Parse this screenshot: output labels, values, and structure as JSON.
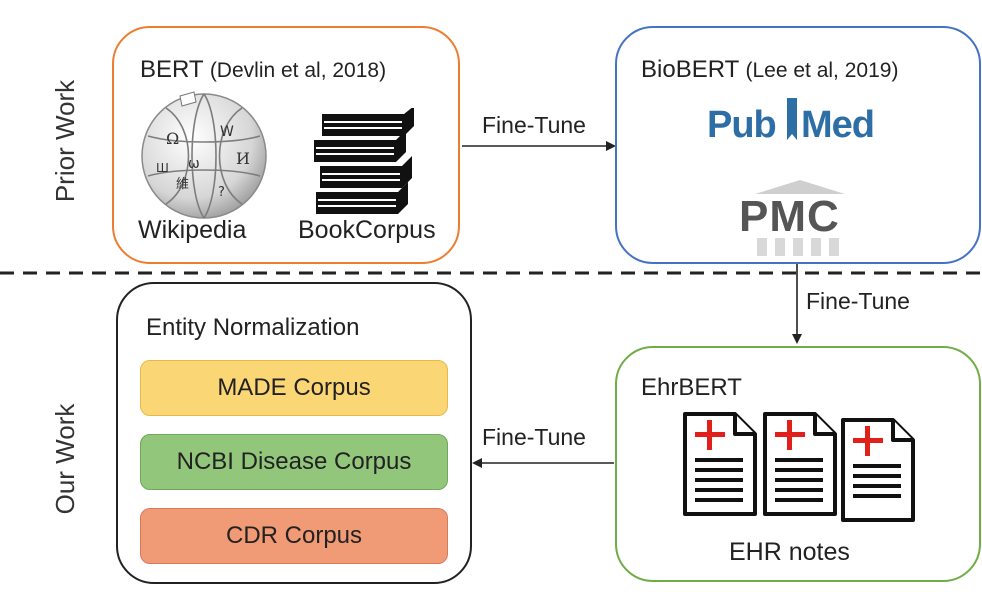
{
  "rows": {
    "prior_label": "Prior Work",
    "our_label": "Our Work"
  },
  "bert": {
    "title": "BERT",
    "citation": "(Devlin et al, 2018)",
    "wikipedia_caption": "Wikipedia",
    "bookcorpus_caption": "BookCorpus"
  },
  "biobert": {
    "title": "BioBERT",
    "citation": "(Lee et al, 2019)",
    "pubmed_pub": "Pub",
    "pubmed_med": "Med",
    "pmc": "PMC"
  },
  "arrows": {
    "bert_to_biobert": "Fine-Tune",
    "biobert_to_ehrbert": "Fine-Tune",
    "ehrbert_to_normalization": "Fine-Tune"
  },
  "ehrbert": {
    "title": "EhrBERT",
    "caption": "EHR notes"
  },
  "normalization": {
    "title": "Entity Normalization",
    "corpora": [
      {
        "label": "MADE Corpus",
        "fill": "#fbd675",
        "border": "#e9b84a"
      },
      {
        "label": "NCBI Disease Corpus",
        "fill": "#92c77b",
        "border": "#6fa85a"
      },
      {
        "label": "CDR Corpus",
        "fill": "#f19a76",
        "border": "#d97a57"
      }
    ]
  },
  "colors": {
    "bert_border": "#ed7d31",
    "biobert_border": "#4472c4",
    "ehrbert_border": "#70ad47",
    "normalization_border": "#222222",
    "pubmed_blue": "#2e6ea6",
    "pmc_gray": "#555555",
    "red_cross": "#e0201b"
  }
}
